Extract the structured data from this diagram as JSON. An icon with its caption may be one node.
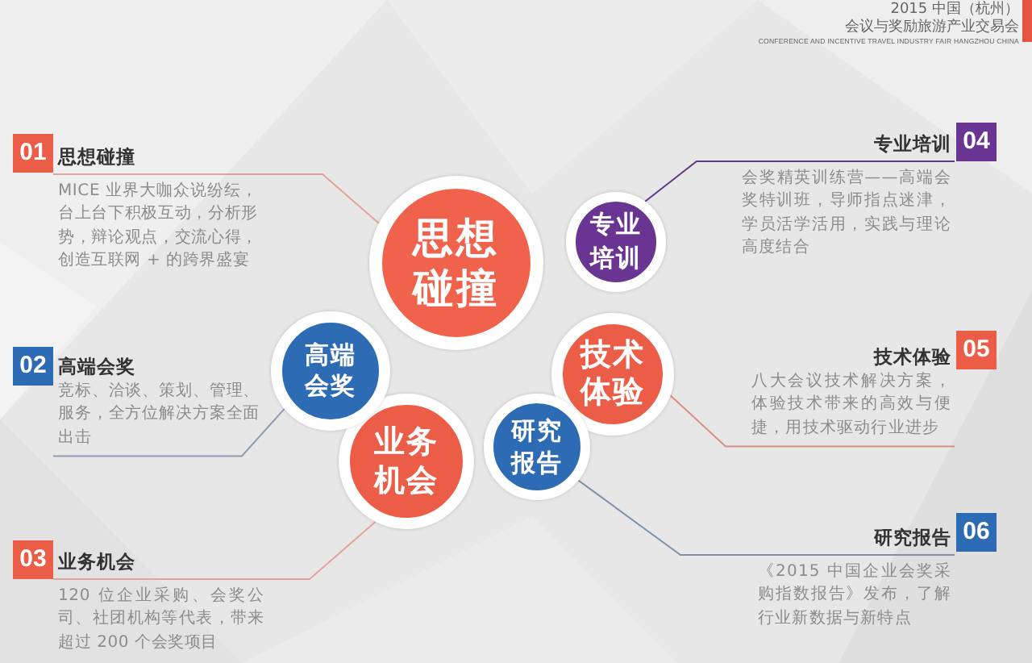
{
  "diagram": {
    "nodes": [
      {
        "text": [
          "01"
        ]
      },
      {
        "text": [
          "思想碰撞",
          "MICE 业界大咖众说纷纭，台上台下积极互动，分析形势，辩论观点，交流心得，创造互联网 + 的跨界盛宴"
        ]
      },
      {
        "text": [
          "02"
        ]
      },
      {
        "text": [
          "高端会奖",
          "竞标、洽谈、策划、管理、服务，全方位解决方案全面出击"
        ]
      },
      {
        "text": [
          "03"
        ]
      },
      {
        "text": [
          "业务机会",
          "120 位企业采购、会奖公司、社团机构等代表，带来超过 200 个会奖项目"
        ]
      },
      {
        "text": [
          "思想碰撞"
        ]
      },
      {
        "text": [
          "专业培训"
        ]
      },
      {
        "text": [
          "高端会奖"
        ]
      },
      {
        "text": [
          "技术体验"
        ]
      },
      {
        "text": [
          "业务机会"
        ]
      },
      {
        "text": [
          "研究报告"
        ]
      },
      {
        "text": [
          "04"
        ]
      },
      {
        "text": [
          "专业培训",
          "会奖精英训练营——高端会奖特训班，导师指点迷津，学员活学活用，实践与理论高度结合"
        ]
      },
      {
        "text": [
          "05"
        ]
      },
      {
        "text": [
          "技术体验",
          "八大会议技术解决方案，体验技术带来的高效与便捷，用技术驱动行业进步"
        ]
      },
      {
        "text": [
          "06"
        ]
      },
      {
        "text": [
          "研究报告",
          "《2015 中国企业会奖采购指数报告》发布，了解行业新数据与新特点"
        ]
      }
    ],
    "edges": [
      {
        "from": 1,
        "to": 6,
        "arrow": "none",
        "color": "#e2a398"
      },
      {
        "from": 3,
        "to": 8,
        "arrow": "none",
        "color": "#8e9cb0"
      },
      {
        "from": 5,
        "to": 10,
        "arrow": "none",
        "color": "#e2a398"
      },
      {
        "from": 13,
        "to": 7,
        "arrow": "none",
        "color": "#5f3a86"
      },
      {
        "from": 15,
        "to": 9,
        "arrow": "none",
        "color": "#d98f86"
      },
      {
        "from": 17,
        "to": 11,
        "arrow": "none",
        "color": "#7f92a8"
      }
    ],
    "labels": [
      "2015 中国（杭州）",
      "会议与奖励旅游产业交易会",
      "CONFERENCE AND INCENTIVE TRAVEL INDUSTRY FAIR HANGZHOU CHINA"
    ]
  }
}
